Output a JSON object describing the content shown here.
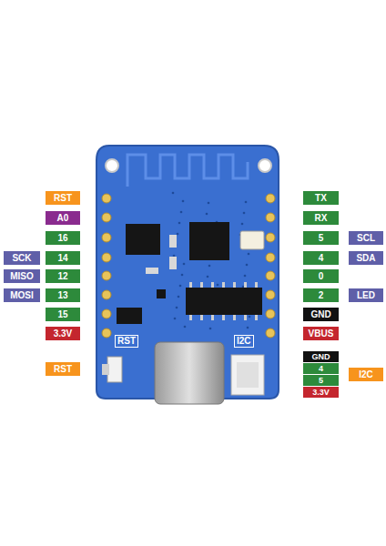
{
  "diagram": {
    "nodes": [
      {
        "text": [
          "RST"
        ]
      },
      {
        "text": [
          "TX"
        ]
      },
      {
        "text": [
          "A0"
        ]
      },
      {
        "text": [
          "RX"
        ]
      },
      {
        "text": [
          "16"
        ]
      },
      {
        "text": [
          "5"
        ]
      },
      {
        "text": [
          "SCL"
        ]
      },
      {
        "text": [
          "SCK"
        ]
      },
      {
        "text": [
          "14"
        ]
      },
      {
        "text": [
          "4"
        ]
      },
      {
        "text": [
          "SDA"
        ]
      },
      {
        "text": [
          "MISO"
        ]
      },
      {
        "text": [
          "12"
        ]
      },
      {
        "text": [
          "0"
        ]
      },
      {
        "text": [
          "MOSI"
        ]
      },
      {
        "text": [
          "13"
        ]
      },
      {
        "text": [
          "2"
        ]
      },
      {
        "text": [
          "LED"
        ]
      },
      {
        "text": [
          "15"
        ]
      },
      {
        "text": [
          "GND"
        ]
      },
      {
        "text": [
          "3.3V"
        ]
      },
      {
        "text": [
          "VBUS"
        ]
      },
      {
        "text": [
          "GND"
        ]
      },
      {
        "text": [
          "RST"
        ]
      },
      {
        "text": [
          "4"
        ]
      },
      {
        "text": [
          "I2C"
        ]
      },
      {
        "text": [
          "5"
        ]
      },
      {
        "text": [
          "3.3V"
        ]
      }
    ],
    "labels": [
      "RST",
      "I2C"
    ]
  }
}
